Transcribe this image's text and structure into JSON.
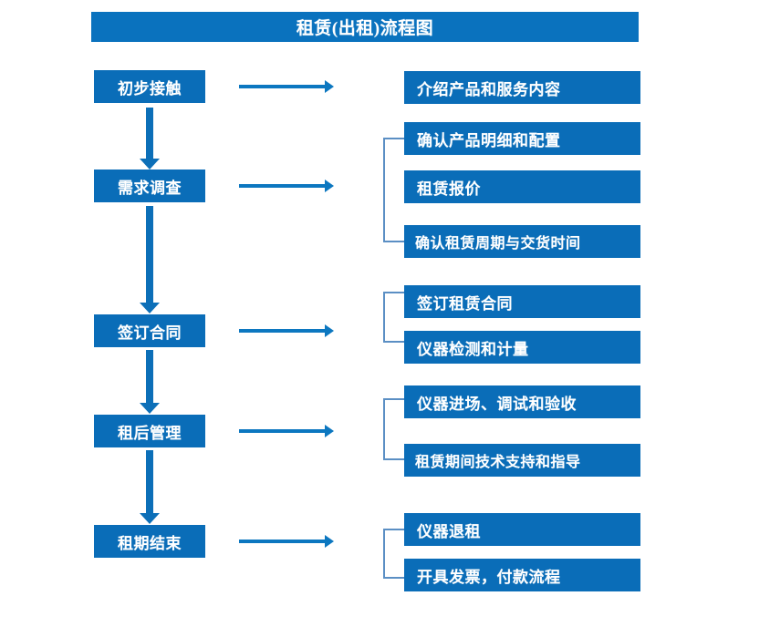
{
  "title": "租赁(出租)流程图",
  "colors": {
    "banner": "#0A72BE",
    "box": "#0A6DB8",
    "arrow": "#0C77C0",
    "vertical_arrow": "#0C6FB8",
    "bracket": "#5B8FC4",
    "text": "#FFFFFF",
    "background": "#FFFFFF"
  },
  "stages": [
    {
      "label": "初步接触"
    },
    {
      "label": "需求调查"
    },
    {
      "label": "签订合同"
    },
    {
      "label": "租后管理"
    },
    {
      "label": "租期结束"
    }
  ],
  "details": [
    {
      "label": "介绍产品和服务内容"
    },
    {
      "label": "确认产品明细和配置"
    },
    {
      "label": "租赁报价"
    },
    {
      "label": "确认租赁周期与交货时间"
    },
    {
      "label": "签订租赁合同"
    },
    {
      "label": "仪器检测和计量"
    },
    {
      "label": "仪器进场、调试和验收"
    },
    {
      "label": "租赁期间技术支持和指导"
    },
    {
      "label": "仪器退租"
    },
    {
      "label": "开具发票，付款流程"
    }
  ],
  "groups": [
    {
      "name": "requirement-survey-group",
      "members": [
        "确认产品明细和配置",
        "租赁报价",
        "确认租赁周期与交货时间"
      ]
    },
    {
      "name": "sign-contract-group",
      "members": [
        "签订租赁合同",
        "仪器检测和计量"
      ]
    },
    {
      "name": "post-rent-group",
      "members": [
        "仪器进场、调试和验收",
        "租赁期间技术支持和指导"
      ]
    },
    {
      "name": "lease-end-group",
      "members": [
        "仪器退租",
        "开具发票，付款流程"
      ]
    }
  ],
  "connectors": {
    "vertical_count": 4,
    "horizontal_count": 5
  }
}
